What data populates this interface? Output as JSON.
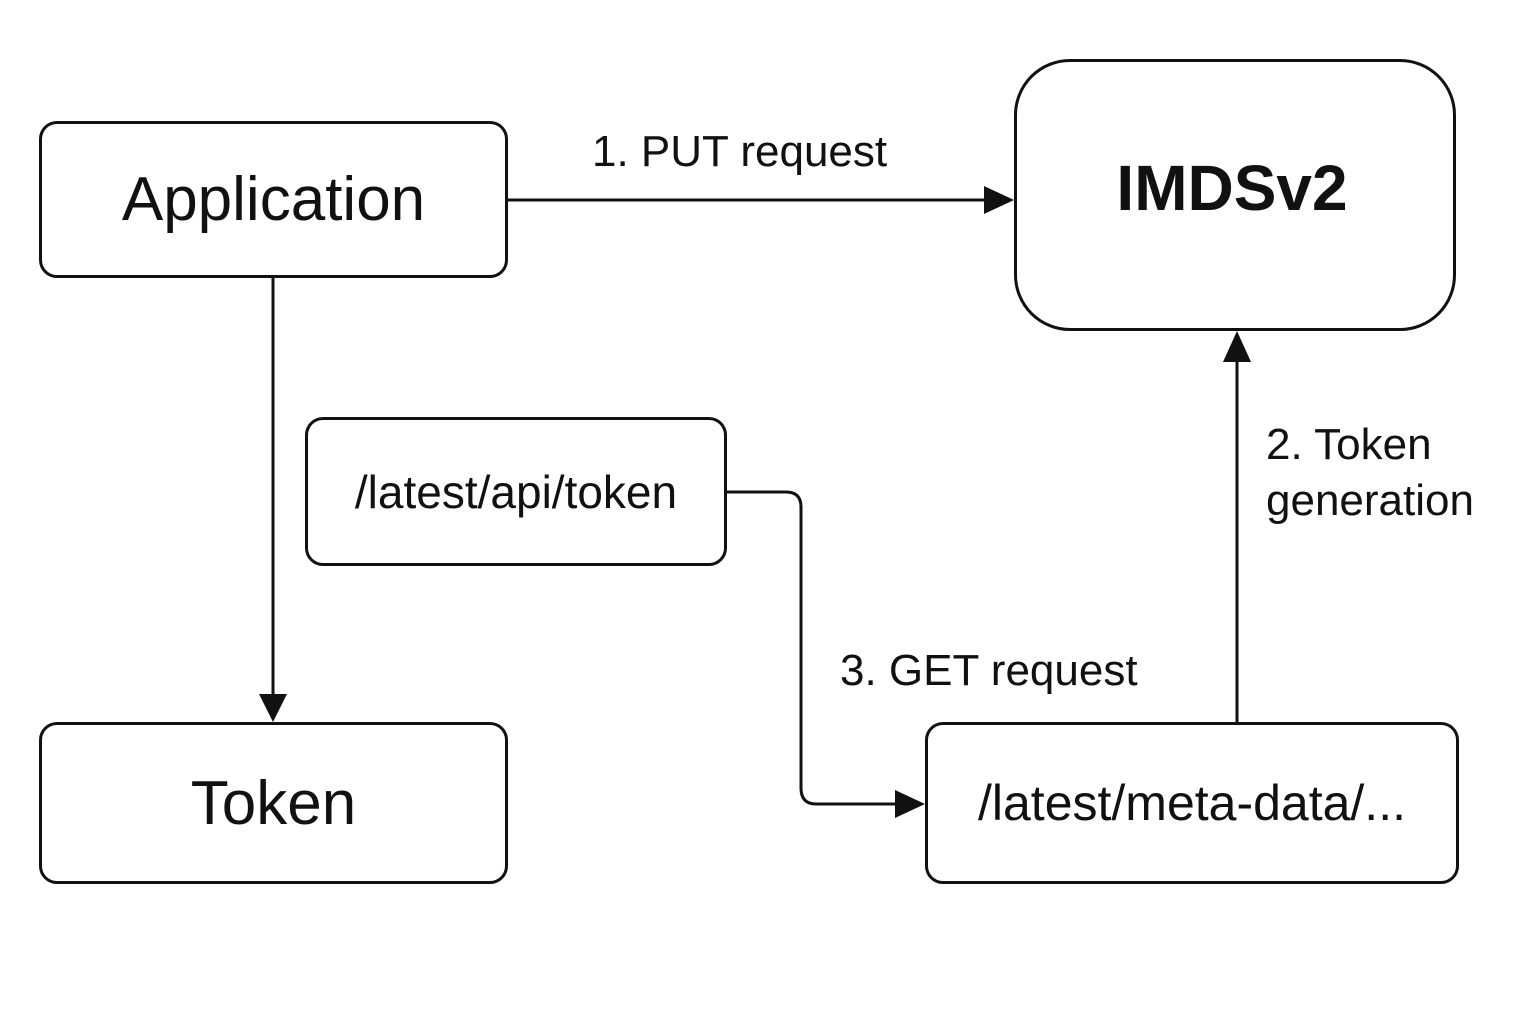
{
  "nodes": {
    "application": "Application",
    "imds": "IMDSv2",
    "token_endpoint": "/latest/api/token",
    "token": "Token",
    "metadata_endpoint": "/latest/meta-data/..."
  },
  "edges": {
    "put_request": "1. PUT request",
    "token_generation_line1": "2. Token",
    "token_generation_line2": "generation",
    "get_request": "3. GET request"
  },
  "colors": {
    "stroke": "#111111",
    "background": "#ffffff"
  }
}
